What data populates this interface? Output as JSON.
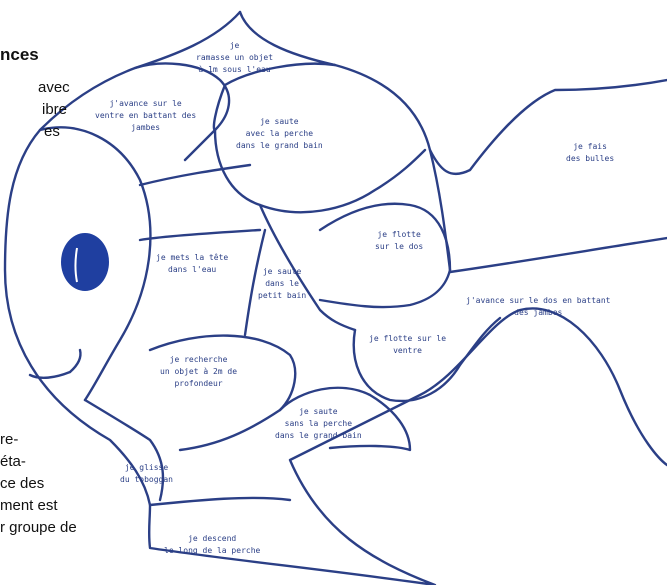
{
  "page_text": {
    "heading": "nces",
    "side_lines": [
      "avec",
      "ibre",
      "es"
    ],
    "bottom_lines": [
      "re-",
      "éta-",
      "ce des",
      "ment est",
      "r groupe de"
    ]
  },
  "fish_zones": [
    {
      "id": "top",
      "text": "je\nramasse un objet\nà 1m sous l'eau"
    },
    {
      "id": "upper-left",
      "text": "j'avance sur le\nventre en battant des\njambes"
    },
    {
      "id": "upper-middle",
      "text": "je saute\navec la perche\ndans le grand bain"
    },
    {
      "id": "tail-top",
      "text": "je fais\ndes bulles"
    },
    {
      "id": "middle-right",
      "text": "je flotte\nsur le dos"
    },
    {
      "id": "head-middle",
      "text": "je mets la tête\ndans l'eau"
    },
    {
      "id": "center",
      "text": "je saute\ndans le\npetit bain"
    },
    {
      "id": "tail-bottom",
      "text": "j'avance sur le dos en battant\ndes jambes"
    },
    {
      "id": "lower-right",
      "text": "je flotte sur le\nventre"
    },
    {
      "id": "lower-center",
      "text": "je recherche\nun objet à 2m de\nprofondeur"
    },
    {
      "id": "bottom-right",
      "text": "je saute\nsans la perche\ndans le grand bain"
    },
    {
      "id": "bottom-left",
      "text": "je glisse\ndu toboggan"
    },
    {
      "id": "bottom",
      "text": "je descend\nle long de la perche"
    }
  ],
  "colors": {
    "outline": "#2b3f86",
    "eye": "#1f3fa0",
    "text": "#111111"
  }
}
